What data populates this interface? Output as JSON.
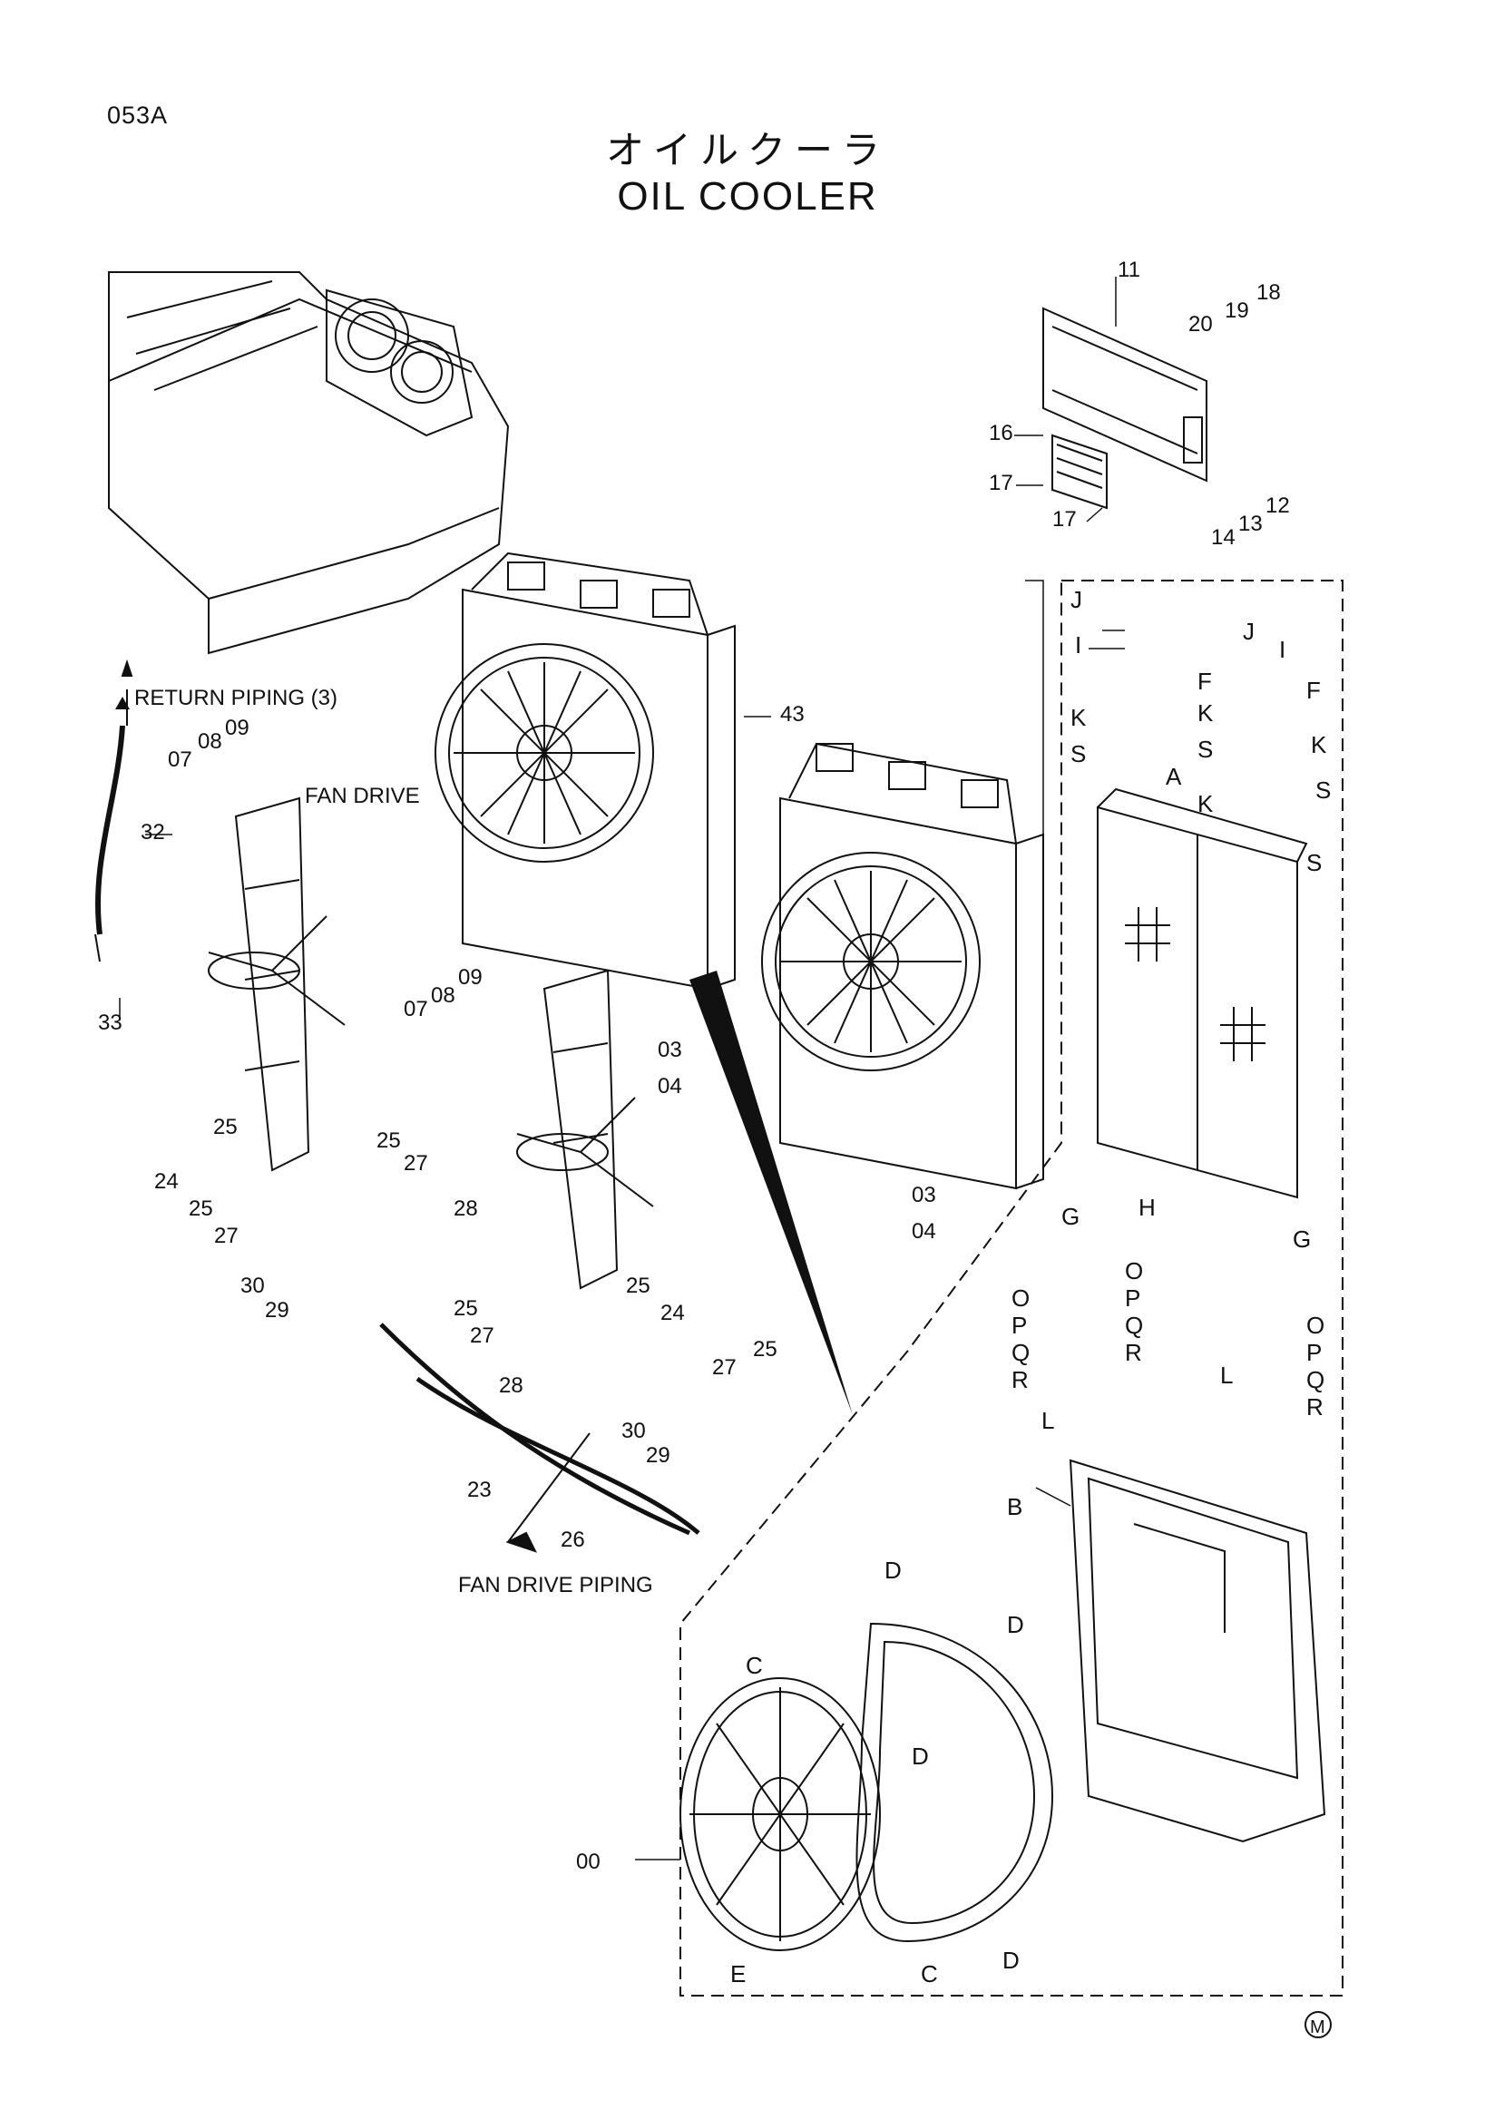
{
  "header": {
    "page_code": "053A",
    "title_jp": "オイルクーラ",
    "title_en": "OIL COOLER"
  },
  "annotations": {
    "return_piping": "RETURN PIPING (3)",
    "fan_drive": "FAN DRIVE",
    "fan_drive_piping": "FAN DRIVE PIPING",
    "corner_mark": "M"
  },
  "callouts": {
    "c00": "00",
    "c03a": "03",
    "c03b": "03",
    "c04a": "04",
    "c04b": "04",
    "c07a": "07",
    "c07b": "07",
    "c08a": "08",
    "c08b": "08",
    "c09a": "09",
    "c09b": "09",
    "c11": "11",
    "c12": "12",
    "c13": "13",
    "c14": "14",
    "c16": "16",
    "c17a": "17",
    "c17b": "17",
    "c18": "18",
    "c19": "19",
    "c20": "20",
    "c23": "23",
    "c24a": "24",
    "c24b": "24",
    "c25a": "25",
    "c25b": "25",
    "c25c": "25",
    "c25d": "25",
    "c25e": "25",
    "c25f": "25",
    "c26": "26",
    "c27a": "27",
    "c27b": "27",
    "c27c": "27",
    "c27d": "27",
    "c28a": "28",
    "c28b": "28",
    "c29a": "29",
    "c29b": "29",
    "c30a": "30",
    "c30b": "30",
    "c32": "32",
    "c33": "33",
    "c43": "43",
    "A": "A",
    "B": "B",
    "C1": "C",
    "C2": "C",
    "D1": "D",
    "D2": "D",
    "D3": "D",
    "D4": "D",
    "E": "E",
    "F1": "F",
    "F2": "F",
    "G1": "G",
    "G2": "G",
    "H": "H",
    "I1": "I",
    "I2": "I",
    "J1": "J",
    "J2": "J",
    "K1": "K",
    "K2": "K",
    "K3": "K",
    "K4": "K",
    "L1": "L",
    "L2": "L",
    "O1": "O",
    "O2": "O",
    "O3": "O",
    "P1": "P",
    "P2": "P",
    "P3": "P",
    "Q1": "Q",
    "Q2": "Q",
    "Q3": "Q",
    "R1": "R",
    "R2": "R",
    "R3": "R",
    "S1": "S",
    "S2": "S",
    "S3": "S",
    "S4": "S"
  }
}
